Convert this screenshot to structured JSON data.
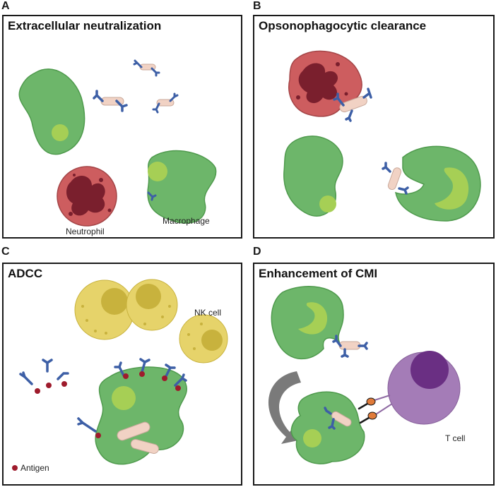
{
  "panels": {
    "a": {
      "letter": "A",
      "title": "Extracellular neutralization",
      "labels": {
        "neutrophil": "Neutrophil",
        "macrophage": "Macrophage"
      }
    },
    "b": {
      "letter": "B",
      "title": "Opsonophagocytic clearance"
    },
    "c": {
      "letter": "C",
      "title": "ADCC",
      "labels": {
        "nk_cell": "NK cell",
        "antigen": "Antigen"
      }
    },
    "d": {
      "letter": "D",
      "title": "Enhancement of CMI",
      "labels": {
        "t_cell": "T cell"
      }
    }
  },
  "colors": {
    "macrophage": "#6db66a",
    "macrophage_edge": "#4f9a4d",
    "nucleus_green": "#a6cf55",
    "neutrophil": "#cd5d5f",
    "neutrophil_nucleus": "#7a1f2d",
    "nk_cell": "#e6d36a",
    "nk_nucleus": "#c8b23d",
    "t_cell": "#a47cb7",
    "t_nucleus": "#6a2f83",
    "bacterium": "#f1d2c4",
    "antibody": "#3d5fa6",
    "antigen": "#9e1b2c",
    "arrow": "#7a7a7a"
  }
}
